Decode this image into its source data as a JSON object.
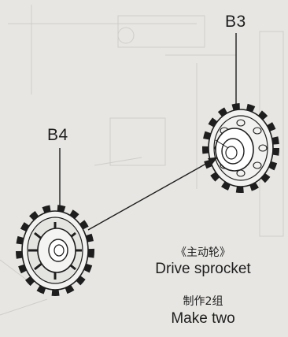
{
  "parts": {
    "b3_label": "B3",
    "b4_label": "B4"
  },
  "caption": {
    "cn_title": "《主动轮》",
    "en_title": "Drive sprocket",
    "cn_count": "制作2组",
    "en_count": "Make two"
  },
  "colors": {
    "background": "#e7e6e3",
    "line": "#1e1e1e",
    "faded_print": "#c9c7c3"
  }
}
